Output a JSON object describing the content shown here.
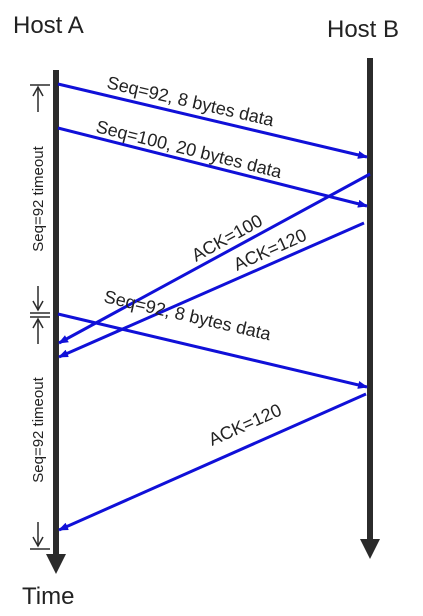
{
  "hosts": {
    "a_label": "Host A",
    "b_label": "Host B"
  },
  "time_label": "Time",
  "messages": {
    "seq92_first": "Seq=92, 8 bytes data",
    "seq100": "Seq=100, 20 bytes data",
    "ack100": "ACK=100",
    "ack120_first": "ACK=120",
    "seq92_retransmit": "Seq=92, 8 bytes data",
    "ack120_second": "ACK=120"
  },
  "timeouts": {
    "first": "Seq=92 timeout",
    "second": "Seq=92 timeout"
  },
  "colors": {
    "timeline": "#2b2b2b",
    "message": "#1010d8",
    "text": "#222222"
  }
}
